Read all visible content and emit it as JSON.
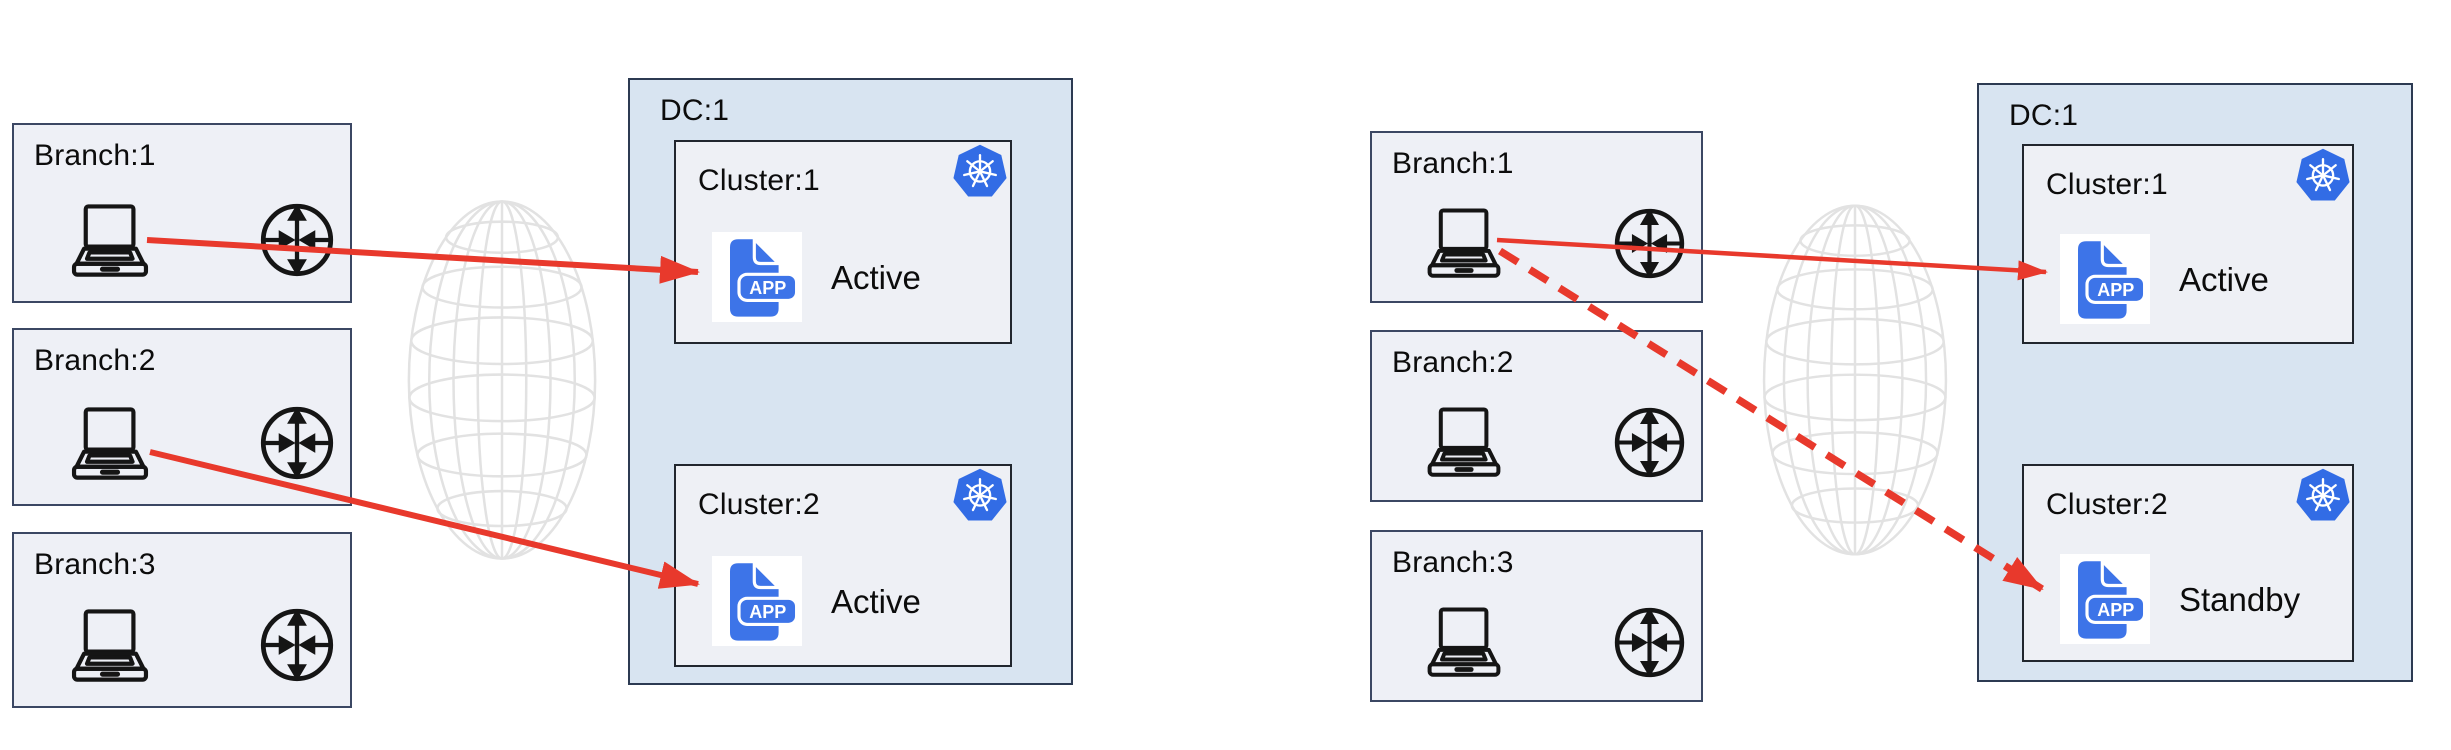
{
  "colors": {
    "arrow_red": "#E8392C",
    "kubernetes_blue": "#326CE5",
    "app_icon_blue": "#3D74E8",
    "dc_fill": "#D8E4F1",
    "box_fill": "#EEF0F6",
    "globe_gray": "#E2E2E2"
  },
  "diagrams": [
    {
      "name": "active-active",
      "branches": [
        {
          "label": "Branch:1",
          "icons": [
            "laptop-icon",
            "router-icon"
          ]
        },
        {
          "label": "Branch:2",
          "icons": [
            "laptop-icon",
            "router-icon"
          ]
        },
        {
          "label": "Branch:3",
          "icons": [
            "laptop-icon",
            "router-icon"
          ]
        }
      ],
      "wan_icon": "internet-globe-icon",
      "dc": {
        "label": "DC:1",
        "clusters": [
          {
            "label": "Cluster:1",
            "platform_icon": "kubernetes-icon",
            "app_icon": "app-document-icon",
            "app_text": "APP",
            "status": "Active"
          },
          {
            "label": "Cluster:2",
            "platform_icon": "kubernetes-icon",
            "app_icon": "app-document-icon",
            "app_text": "APP",
            "status": "Active"
          }
        ]
      },
      "connections": [
        {
          "from": "Branch:1",
          "to": "Cluster:1 APP",
          "style": "solid"
        },
        {
          "from": "Branch:2",
          "to": "Cluster:2 APP",
          "style": "solid"
        }
      ]
    },
    {
      "name": "active-standby",
      "branches": [
        {
          "label": "Branch:1",
          "icons": [
            "laptop-icon",
            "router-icon"
          ]
        },
        {
          "label": "Branch:2",
          "icons": [
            "laptop-icon",
            "router-icon"
          ]
        },
        {
          "label": "Branch:3",
          "icons": [
            "laptop-icon",
            "router-icon"
          ]
        }
      ],
      "wan_icon": "internet-globe-icon",
      "dc": {
        "label": "DC:1",
        "clusters": [
          {
            "label": "Cluster:1",
            "platform_icon": "kubernetes-icon",
            "app_icon": "app-document-icon",
            "app_text": "APP",
            "status": "Active"
          },
          {
            "label": "Cluster:2",
            "platform_icon": "kubernetes-icon",
            "app_icon": "app-document-icon",
            "app_text": "APP",
            "status": "Standby"
          }
        ]
      },
      "connections": [
        {
          "from": "Branch:1",
          "to": "Cluster:1 APP",
          "style": "solid"
        },
        {
          "from": "Branch:1",
          "to": "Cluster:2 APP",
          "style": "dashed"
        }
      ]
    }
  ]
}
